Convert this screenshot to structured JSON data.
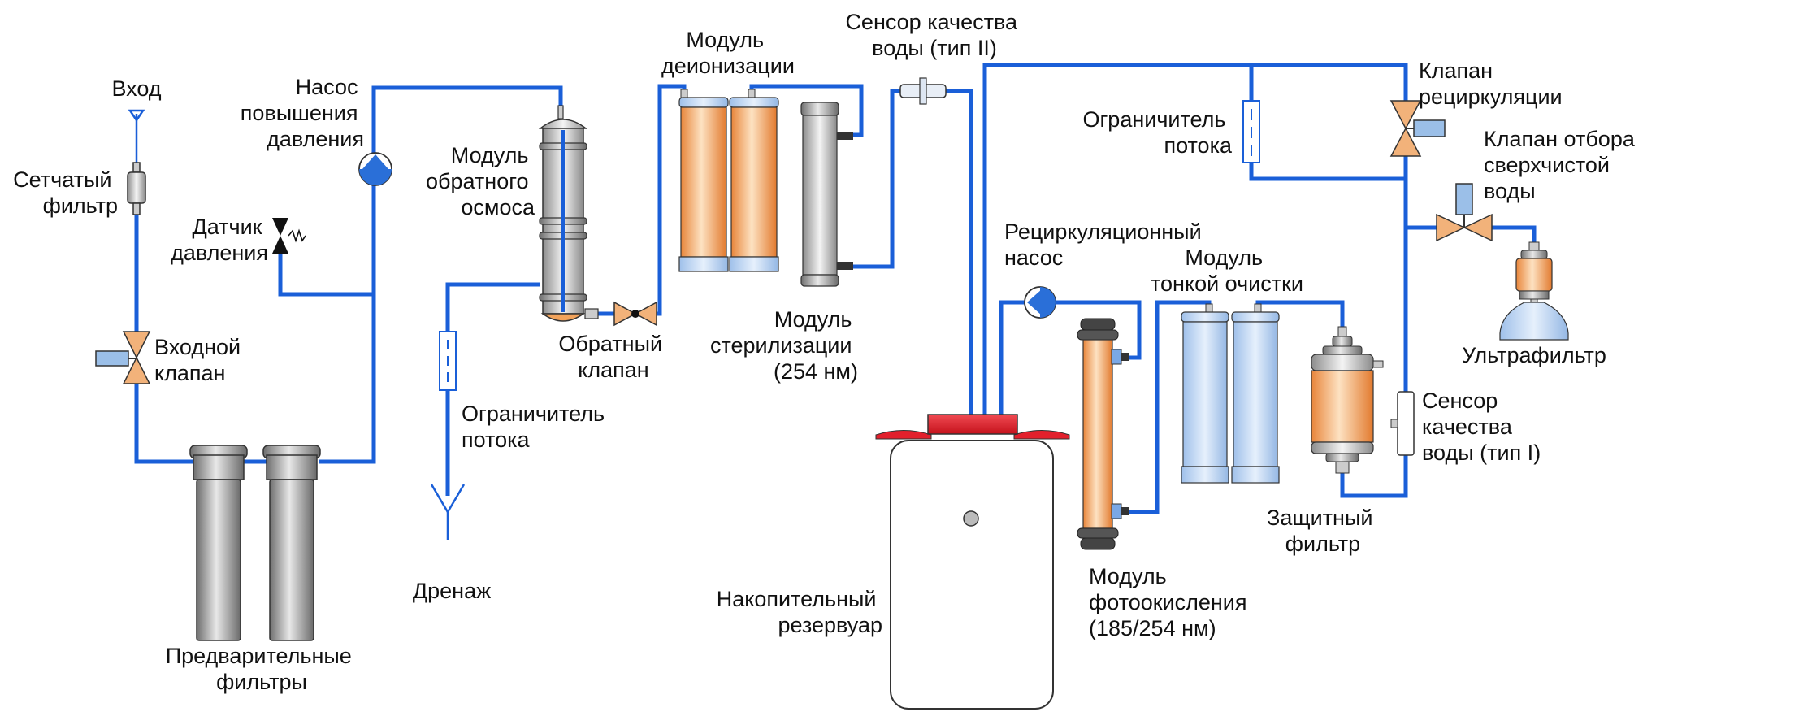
{
  "colors": {
    "pipe": "#1a5fd8",
    "cartridge_orange": "#f2a35b",
    "cartridge_blue": "#b9d2f0",
    "steel_gray": "#9a9a9a",
    "valve_orange": "#f2b27a",
    "tank_cap_red": "#e2202c"
  },
  "labels": {
    "inlet": "Вход",
    "mesh_filter_1": "Сетчатый",
    "mesh_filter_2": "фильтр",
    "pressure_sensor_1": "Датчик",
    "pressure_sensor_2": "давления",
    "inlet_valve_1": "Входной",
    "inlet_valve_2": "клапан",
    "prefilters_1": "Предварительные",
    "prefilters_2": "фильтры",
    "booster_pump_1": "Насос",
    "booster_pump_2": "повышения",
    "booster_pump_3": "давления",
    "ro_module_1": "Модуль",
    "ro_module_2": "обратного",
    "ro_module_3": "осмоса",
    "flow_limiter_a_1": "Ограничитель",
    "flow_limiter_a_2": "потока",
    "drain": "Дренаж",
    "check_valve_1": "Обратный",
    "check_valve_2": "клапан",
    "deion_1": "Модуль",
    "deion_2": "деионизации",
    "sterilization_1": "Модуль",
    "sterilization_2": "стерилизации",
    "sterilization_3": "(254 нм)",
    "sensor2_1": "Сенсор качества",
    "sensor2_2": "воды (тип II)",
    "storage_tank_1": "Накопительный",
    "storage_tank_2": "резервуар",
    "recirc_pump_1": "Рециркуляционный",
    "recirc_pump_2": "насос",
    "photoox_1": "Модуль",
    "photoox_2": "фотоокисления",
    "photoox_3": "(185/254 нм)",
    "polishing_1": "Модуль",
    "polishing_2": "тонкой очистки",
    "flow_limiter_b_1": "Ограничитель",
    "flow_limiter_b_2": "потока",
    "recirc_valve_1": "Клапан",
    "recirc_valve_2": "рециркуляции",
    "dispense_valve_1": "Клапан отбора",
    "dispense_valve_2": "сверхчистой",
    "dispense_valve_3": "воды",
    "ultrafilter": "Ультрафильтр",
    "guard_filter_1": "Защитный",
    "guard_filter_2": "фильтр",
    "sensor1_1": "Сенсор",
    "sensor1_2": "качества",
    "sensor1_3": "воды (тип I)"
  }
}
